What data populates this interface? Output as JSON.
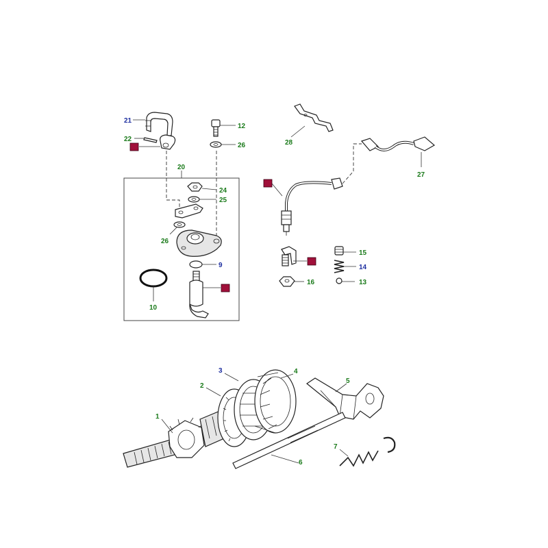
{
  "colors": {
    "callout_green": "#1a7a1a",
    "callout_blue": "#1e2fa0",
    "highlight_tag": "#a0103a",
    "line": "#222222",
    "background": "#ffffff"
  },
  "callouts": {
    "c1": "1",
    "c2": "2",
    "c3": "3",
    "c4": "4",
    "c5": "5",
    "c6": "6",
    "c7": "7",
    "c9": "9",
    "c10": "10",
    "c12": "12",
    "c13": "13",
    "c14": "14",
    "c15": "15",
    "c16": "16",
    "c20": "20",
    "c21": "21",
    "c22": "22",
    "c24": "24",
    "c25": "25",
    "c26a": "26",
    "c26b": "26",
    "c27": "27",
    "c28": "28"
  },
  "highlight_tags": {
    "t1": "",
    "t2": "",
    "t3": "",
    "t4": ""
  }
}
